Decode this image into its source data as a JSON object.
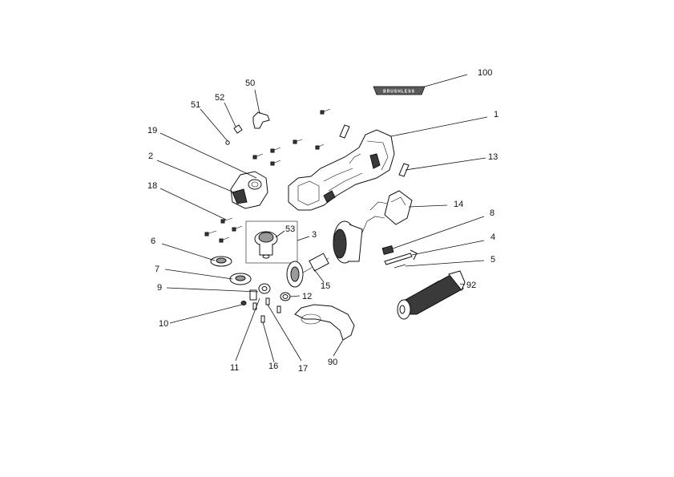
{
  "badge": {
    "text": "BRUSHLESS",
    "color": "#5a5a5a"
  },
  "handle_text": "",
  "callouts": {
    "c100": "100",
    "c1": "1",
    "c50": "50",
    "c52": "52",
    "c51": "51",
    "c19": "19",
    "c2": "2",
    "c13": "13",
    "c18": "18",
    "c14": "14",
    "c8": "8",
    "c53": "53",
    "c3": "3",
    "c4": "4",
    "c6": "6",
    "c5": "5",
    "c7": "7",
    "c15": "15",
    "c92": "92",
    "c9": "9",
    "c12": "12",
    "c10": "10",
    "c11": "11",
    "c16": "16",
    "c17": "17",
    "c90": "90"
  }
}
